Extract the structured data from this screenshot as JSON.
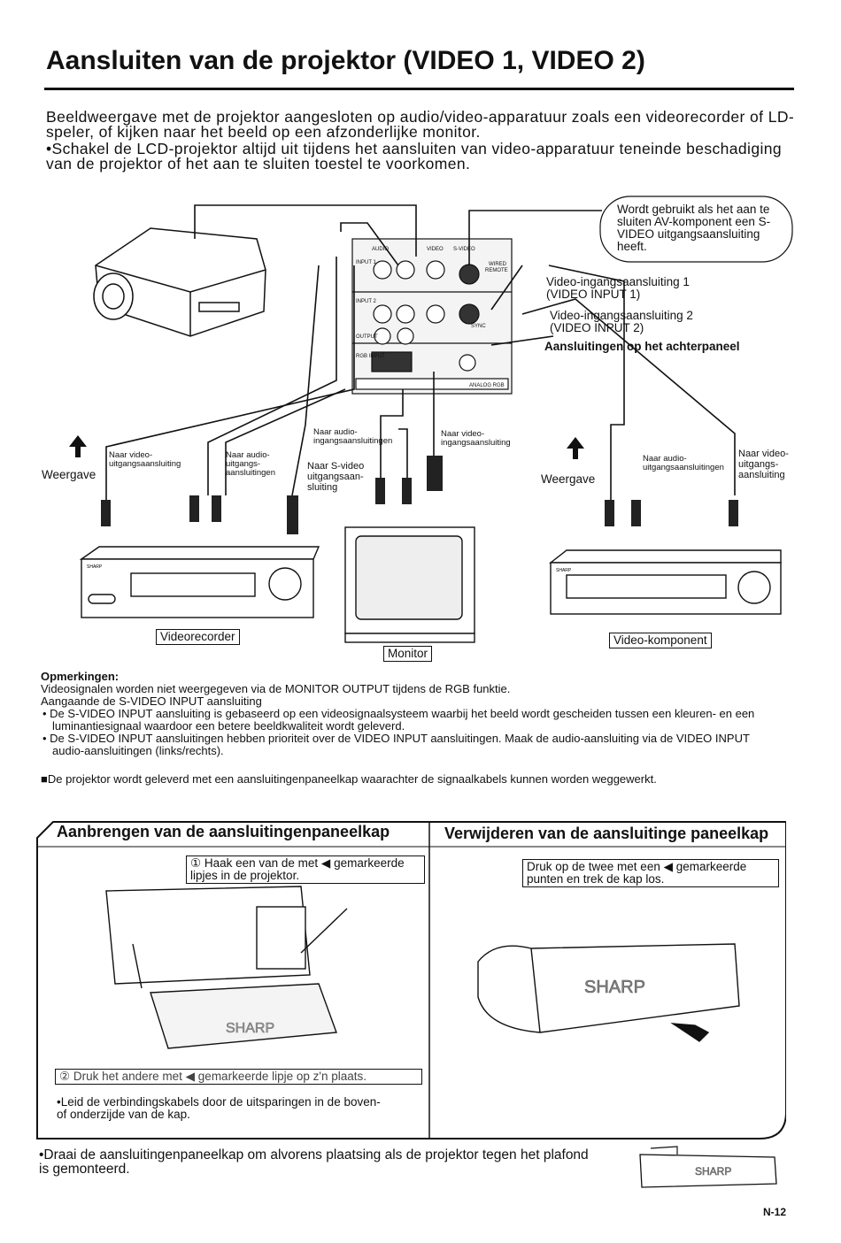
{
  "title": "Aansluiten van de projektor (VIDEO 1, VIDEO 2)",
  "intro": {
    "para1": "Beeldweergave met de projektor aangesloten op audio/video-apparatuur zoals een videorecorder of LD-speler, of kijken naar het beeld op een afzonderlijke monitor.",
    "bullet": "•Schakel de LCD-projektor altijd uit tijdens het aansluiten van video-apparatuur teneinde beschadiging van de projektor of het aan te sluiten toestel te voorkomen."
  },
  "diagram": {
    "callout_svideo": "Wordt gebruikt als het aan te sluiten AV-komponent een S-VIDEO uitgangsaansluiting heeft.",
    "label_input1": "Video-ingangsaansluiting 1",
    "label_input1_sub": "(VIDEO INPUT 1)",
    "label_input2": "Video-ingangsaansluiting 2",
    "label_input2_sub": "(VIDEO INPUT 2)",
    "label_rear_panel": "Aansluitingen op het achterpaneel",
    "weergave_left": "Weergave",
    "weergave_right": "Weergave",
    "to_video_out": "Naar video-uitgangsaansluiting",
    "to_audio_out": "Naar audio-uitgangs-aansluitingen",
    "to_audio_in": "Naar audio-ingangsaansluitingen",
    "to_svideo_out": "Naar S-video uitgangsaan-sluiting",
    "to_video_in": "Naar video-ingangsaansluiting",
    "to_audio_out_right": "Naar audio-uitgangsaansluitingen",
    "to_video_out_right": "Naar video-uitgangs-aansluiting",
    "videorecorder": "Videorecorder",
    "monitor": "Monitor",
    "video_component": "Video-komponent",
    "panel_labels": [
      "AUDIO",
      "VIDEO",
      "S-VIDEO",
      "WIRED REMOTE",
      "INPUT 1",
      "INPUT 2",
      "OUTPUT",
      "SYNC",
      "RGB INPUT",
      "ANALOG RGB"
    ],
    "brand": "SHARP"
  },
  "notes": {
    "heading": "Opmerkingen:",
    "line1": "Videosignalen worden niet weergegeven via de MONITOR OUTPUT tijdens de RGB funktie.",
    "line2": "Aangaande de S-VIDEO INPUT aansluiting",
    "bullet1": "• De S-VIDEO INPUT aansluiting is gebaseerd op een videosignaalsysteem waarbij het beeld wordt gescheiden tussen een kleuren- en een luminantiesignaal waardoor een betere beeldkwaliteit wordt geleverd.",
    "bullet2": "• De S-VIDEO INPUT aansluitingen hebben prioriteit over de VIDEO INPUT aansluitingen. Maak de audio-aansluiting via de VIDEO INPUT audio-aansluitingen (links/rechts).",
    "cover_note": "De projektor wordt geleverd met een aansluitingenpaneelkap waarachter de signaalkabels kunnen worden weggewerkt."
  },
  "section_attach": {
    "title": "Aanbrengen van de aansluitingenpaneelkap",
    "step1": "① Haak een van de met ◀ gemarkeerde lipjes in de projektor.",
    "step2": "② Druk het andere met ◀ gemarkeerde lipje op z'n plaats.",
    "bullet": "•Leid de verbindingskabels door de uitsparingen in de boven- of onderzijde van de kap."
  },
  "section_remove": {
    "title": "Verwijderen van de aansluitinge paneelkap",
    "step": "Druk op de twee met een ◀ gemarkeerde punten en trek de kap los."
  },
  "footer": {
    "ceiling_note": "•Draai de aansluitingenpaneelkap om alvorens plaatsing als de projektor tegen het plafond is gemonteerd.",
    "page_number": "N-12"
  }
}
